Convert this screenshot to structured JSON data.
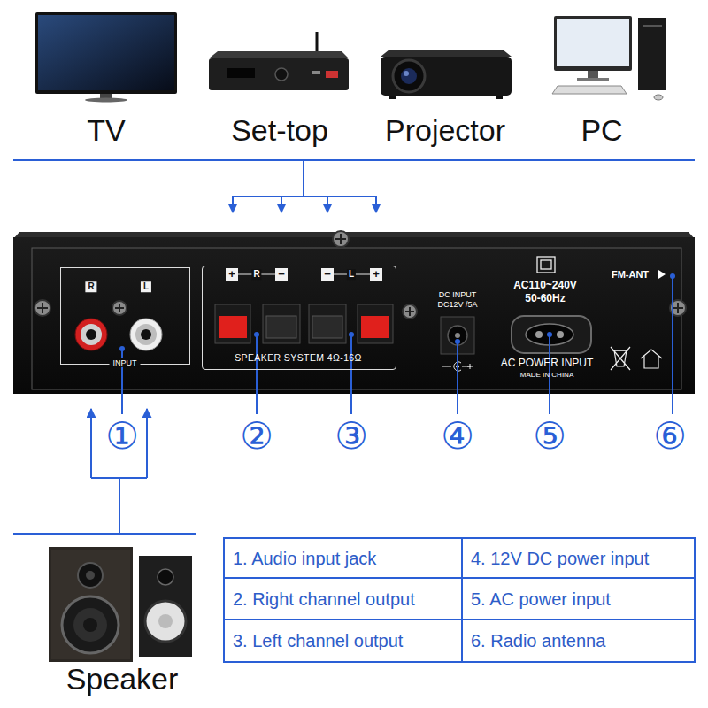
{
  "diagram": {
    "nodes": [
      {
        "text": [
          "DC INPUT DC12V /5A",
          "AC110~240V 50-60Hz",
          "AC POWER INPUT",
          "MADE IN CHINA",
          "FM-ANT"
        ]
      },
      {
        "text": [
          "R",
          "L",
          "INPUT"
        ],
        "in": 0
      },
      {
        "text": [
          "+",
          "R",
          "−",
          "−",
          "L",
          "+",
          "SPEAKER SYSTEM 4Ω-16Ω"
        ],
        "in": 0
      }
    ],
    "labels": [
      "TV",
      "Set-top",
      "Projector",
      "PC",
      "①",
      "②",
      "③",
      "④",
      "⑤",
      "⑥",
      "Speaker",
      "1. Audio input jack",
      "4. 12V DC power input",
      "2. Right channel output",
      "5. AC power input",
      "3. Left channel output",
      "6. Radio antenna"
    ]
  }
}
